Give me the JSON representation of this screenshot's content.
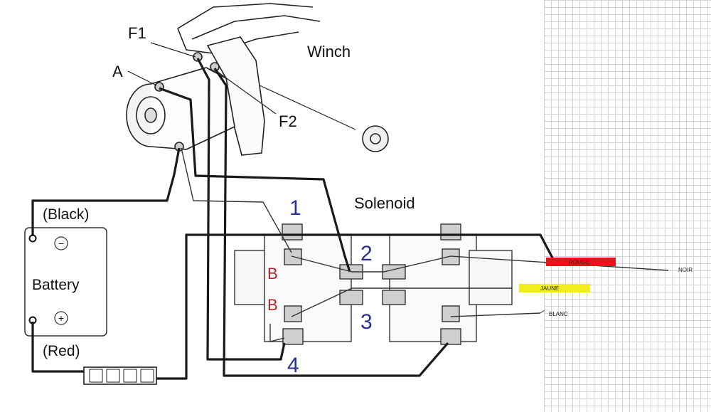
{
  "labels": {
    "f1": "F1",
    "f2": "F2",
    "a": "A",
    "winch": "Winch",
    "solenoid": "Solenoid",
    "black": "(Black)",
    "red": "(Red)",
    "battery": "Battery",
    "minus_symbol": "−",
    "plus_symbol": "+",
    "n1": "1",
    "n2": "2",
    "n3": "3",
    "n4": "4",
    "b_upper": "B",
    "b_lower": "B"
  },
  "wire_tags": {
    "rouge": "ROUGE",
    "noir": "NOIR",
    "jaune": "JAUNE",
    "blanc": "BLANC"
  },
  "colors": {
    "rouge": "#e8141c",
    "jaune": "#f2ee1e",
    "number_blue": "#2b2f8f",
    "b_red": "#b0242a",
    "wire": "#1a1a1a"
  }
}
